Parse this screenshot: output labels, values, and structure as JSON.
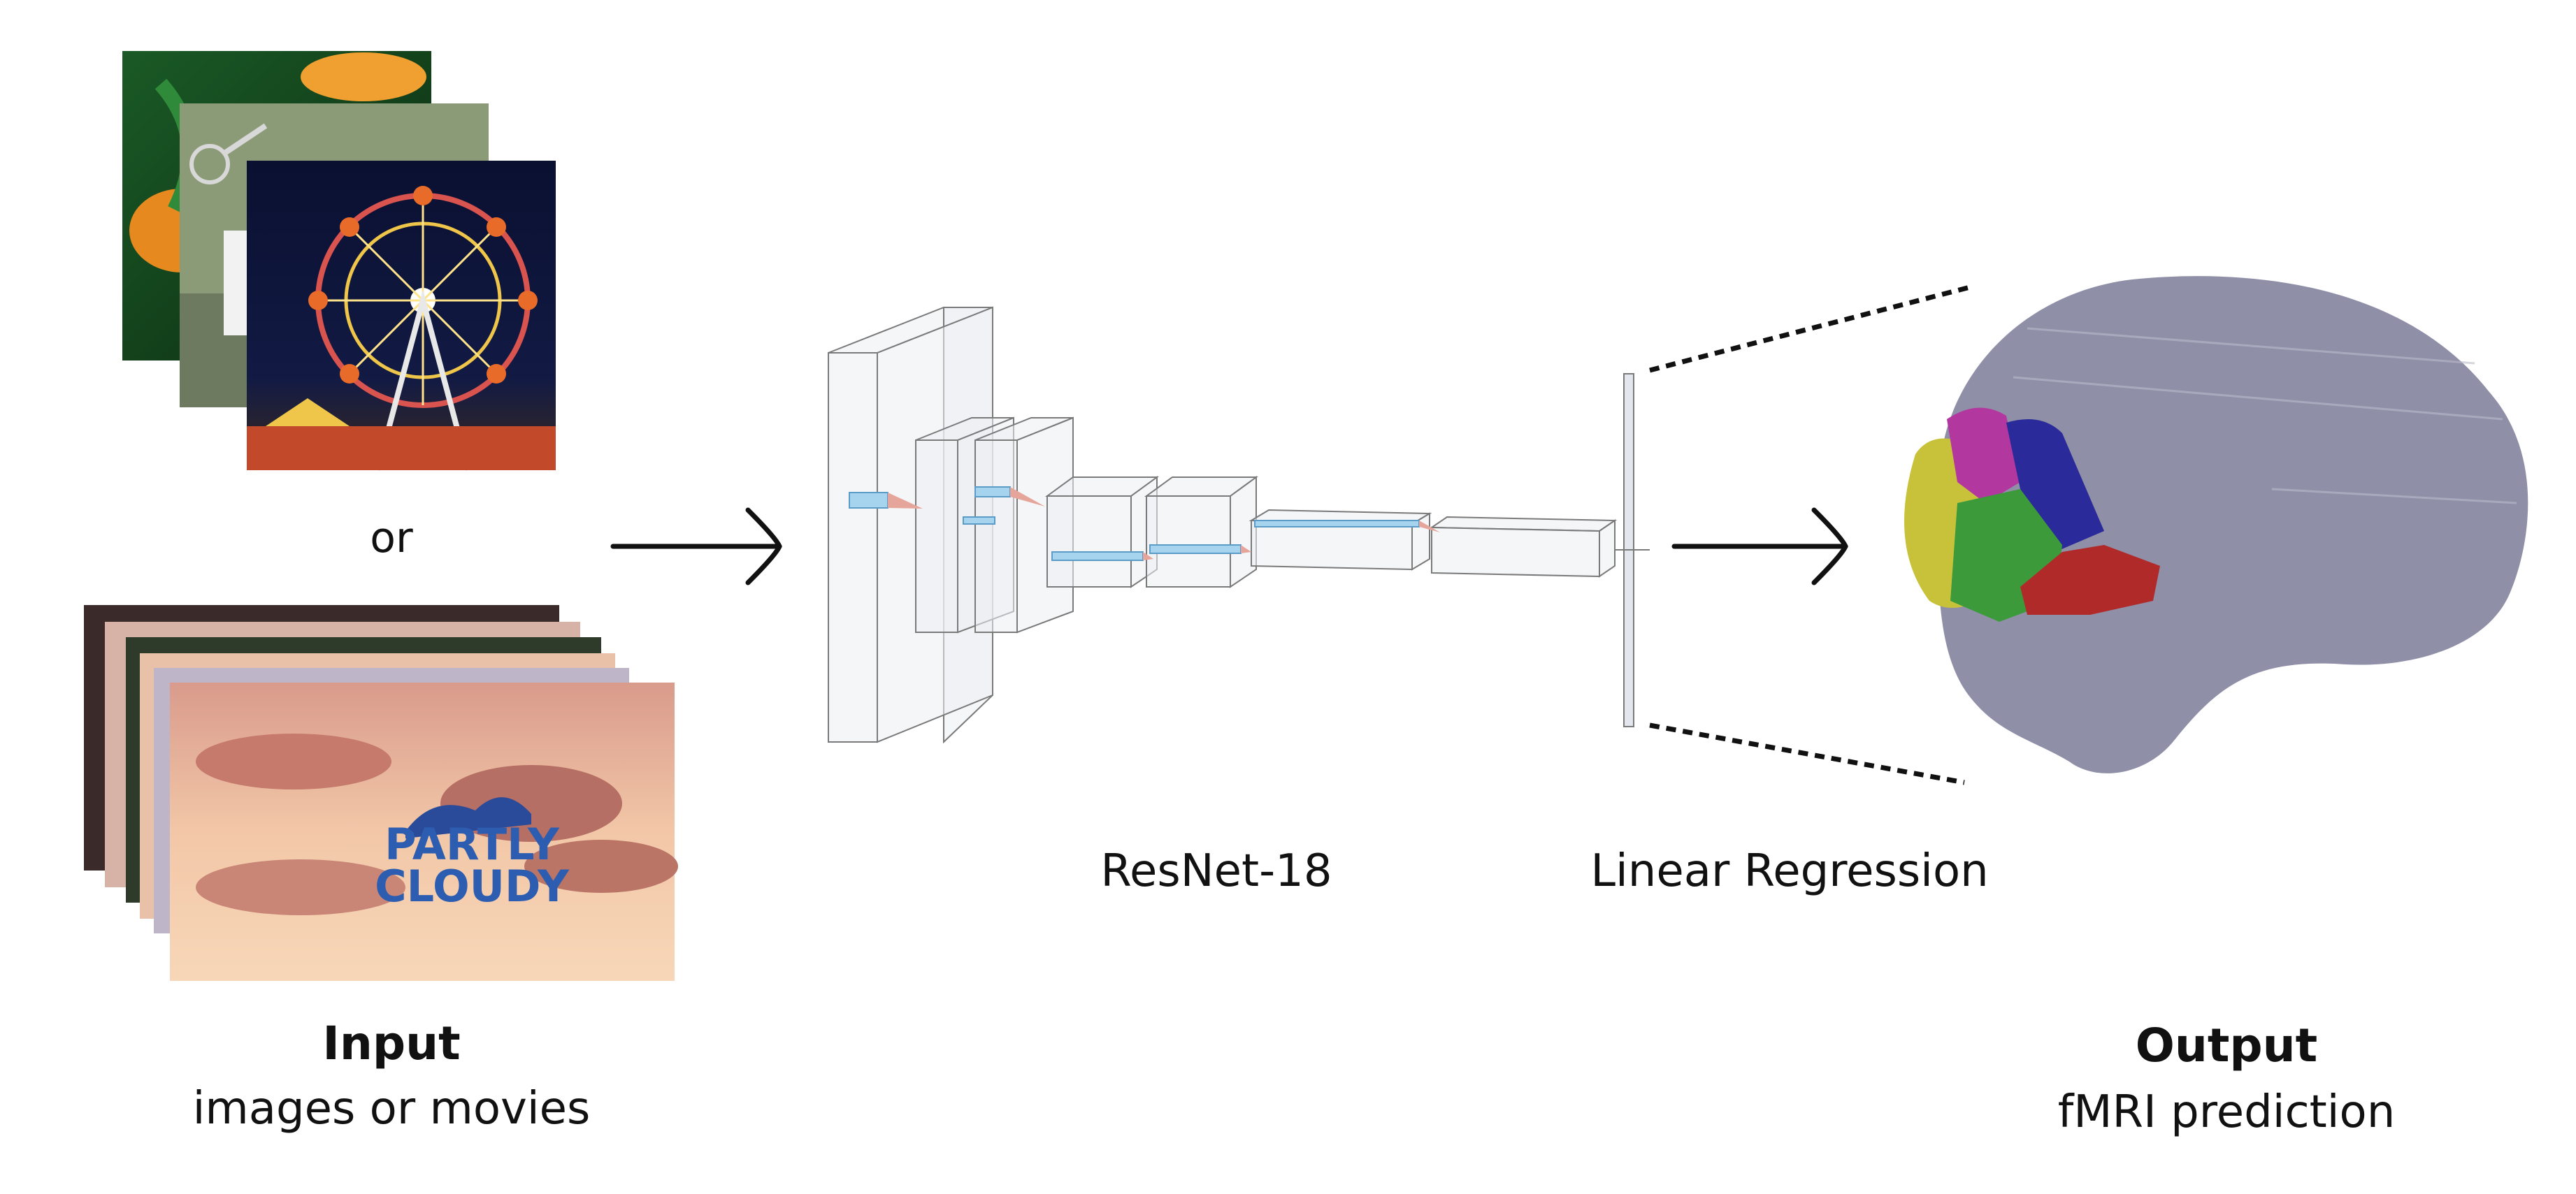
{
  "labels": {
    "or": "or",
    "input_title": "Input",
    "input_sub": "images or movies",
    "resnet": "ResNet-18",
    "linreg": "Linear Regression",
    "output_title": "Output",
    "output_sub": "fMRI prediction"
  },
  "movie_title_line1": "PARTLY",
  "movie_title_line2": "CLOUDY",
  "colors": {
    "brain": "#8f90a8",
    "region_yellow": "#c8c23a",
    "region_magenta": "#b2379e",
    "region_blue": "#2a2a9a",
    "region_green": "#3c9a3a",
    "region_red": "#b12a2a",
    "feature_map": "#a6d4ee"
  }
}
